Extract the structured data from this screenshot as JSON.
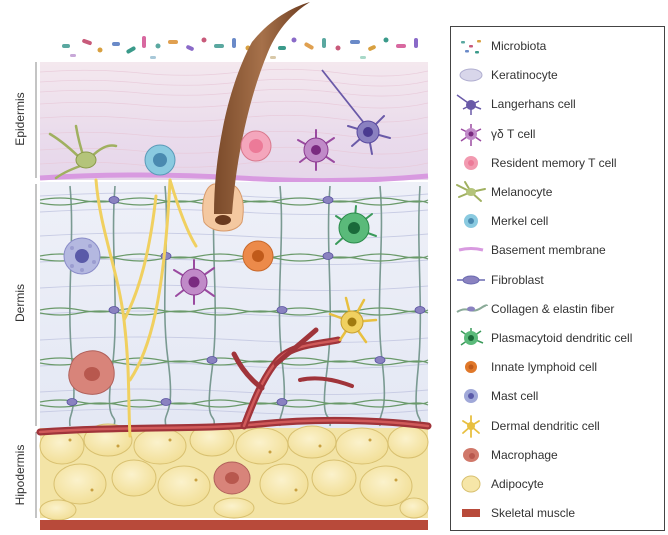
{
  "layers": {
    "epidermis": "Epidermis",
    "dermis": "Dermis",
    "hipodermis": "Hipodermis"
  },
  "legend": [
    {
      "icon": "microbiota-icon",
      "label": "Microbiota",
      "color": "#5aa8a0"
    },
    {
      "icon": "keratinocyte-icon",
      "label": "Keratinocyte",
      "color": "#d8d6ea"
    },
    {
      "icon": "langerhans-cell-icon",
      "label": "Langerhans cell",
      "color": "#6a5aa8"
    },
    {
      "icon": "gamma-delta-t-cell-icon",
      "label": "γδ T cell",
      "color": "#9a4aa0"
    },
    {
      "icon": "resident-memory-t-cell-icon",
      "label": "Resident memory T cell",
      "color": "#f29ab0"
    },
    {
      "icon": "melanocyte-icon",
      "label": "Melanocyte",
      "color": "#a0b060"
    },
    {
      "icon": "merkel-cell-icon",
      "label": "Merkel cell",
      "color": "#5aa6c8"
    },
    {
      "icon": "basement-membrane-icon",
      "label": "Basement membrane",
      "color": "#d89ae0"
    },
    {
      "icon": "fibroblast-icon",
      "label": "Fibroblast",
      "color": "#6a6ab0"
    },
    {
      "icon": "collagen-elastin-fiber-icon",
      "label": "Collagen & elastin fiber",
      "color": "#8aaa98"
    },
    {
      "icon": "plasmacytoid-dendritic-cell-icon",
      "label": "Plasmacytoid dendritic cell",
      "color": "#3a9a5a"
    },
    {
      "icon": "innate-lymphoid-cell-icon",
      "label": "Innate lymphoid cell",
      "color": "#e0782a"
    },
    {
      "icon": "mast-cell-icon",
      "label": "Mast cell",
      "color": "#a0a8d8"
    },
    {
      "icon": "dermal-dendritic-cell-icon",
      "label": "Dermal dendritic cell",
      "color": "#e8c040"
    },
    {
      "icon": "macrophage-icon",
      "label": "Macrophage",
      "color": "#d0786a"
    },
    {
      "icon": "adipocyte-icon",
      "label": "Adipocyte",
      "color": "#f6e6a8"
    },
    {
      "icon": "skeletal-muscle-icon",
      "label": "Skeletal muscle",
      "color": "#b84a3a"
    }
  ]
}
